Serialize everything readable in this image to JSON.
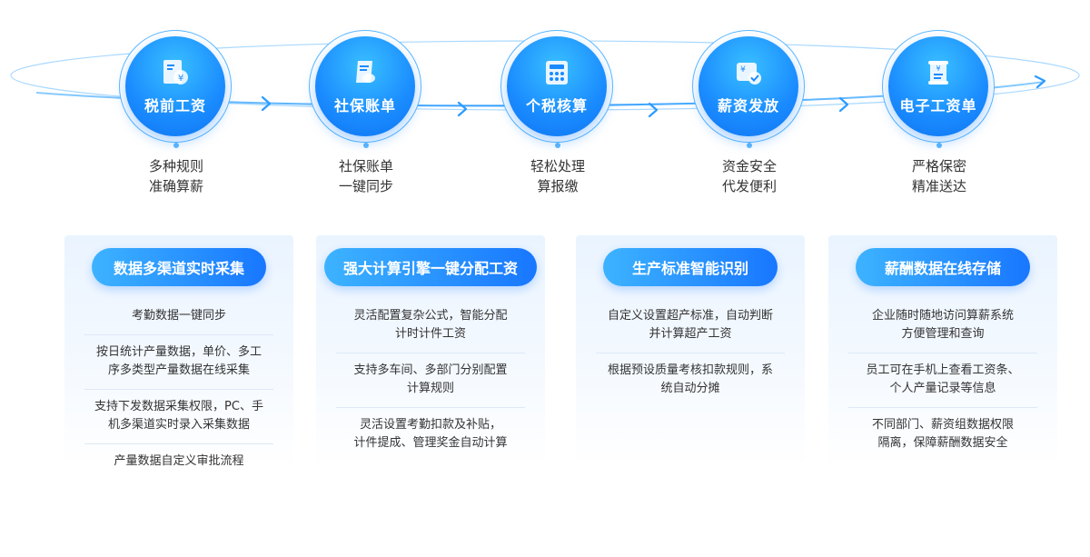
{
  "steps": [
    {
      "icon": "tax-document-icon",
      "title": "税前工资",
      "caption": [
        "多种规则",
        "准确算薪"
      ]
    },
    {
      "icon": "social-security-card-icon",
      "title": "社保账单",
      "caption": [
        "社保账单",
        "一键同步"
      ]
    },
    {
      "icon": "calculator-icon",
      "title": "个税核算",
      "caption": [
        "轻松处理",
        "算报缴"
      ]
    },
    {
      "icon": "salary-payment-check-icon",
      "title": "薪资发放",
      "caption": [
        "资金安全",
        "代发便利"
      ]
    },
    {
      "icon": "payslip-scroll-icon",
      "title": "电子工资单",
      "caption": [
        "严格保密",
        "精准送达"
      ]
    }
  ],
  "cards": [
    {
      "title": "数据多渠道实时采集",
      "items": [
        [
          "考勤数据一键同步"
        ],
        [
          "按日统计产量数据，单价、多工",
          "序多类型产量数据在线采集"
        ],
        [
          "支持下发数据采集权限，PC、手",
          "机多渠道实时录入采集数据"
        ],
        [
          "产量数据自定义审批流程"
        ]
      ]
    },
    {
      "title": "强大计算引擎一键分配工资",
      "items": [
        [
          "灵活配置复杂公式，智能分配",
          "计时计件工资"
        ],
        [
          "支持多车间、多部门分别配置",
          "计算规则"
        ],
        [
          "灵活设置考勤扣款及补贴，",
          "计件提成、管理奖金自动计算"
        ]
      ]
    },
    {
      "title": "生产标准智能识别",
      "items": [
        [
          "自定义设置超产标准，自动判断",
          "并计算超产工资"
        ],
        [
          "根据预设质量考核扣款规则，系",
          "统自动分摊"
        ]
      ]
    },
    {
      "title": "薪酬数据在线存储",
      "items": [
        [
          "企业随时随地访问算薪系统",
          "方便管理和查询"
        ],
        [
          "员工可在手机上查看工资条、",
          "个人产量记录等信息"
        ],
        [
          "不同部门、薪资组数据权限",
          "隔离，保障薪酬数据安全"
        ]
      ]
    }
  ],
  "colors": {
    "accent": "#1a8bff",
    "accent_light": "#3db3ff",
    "line": "#5cb8ff"
  }
}
